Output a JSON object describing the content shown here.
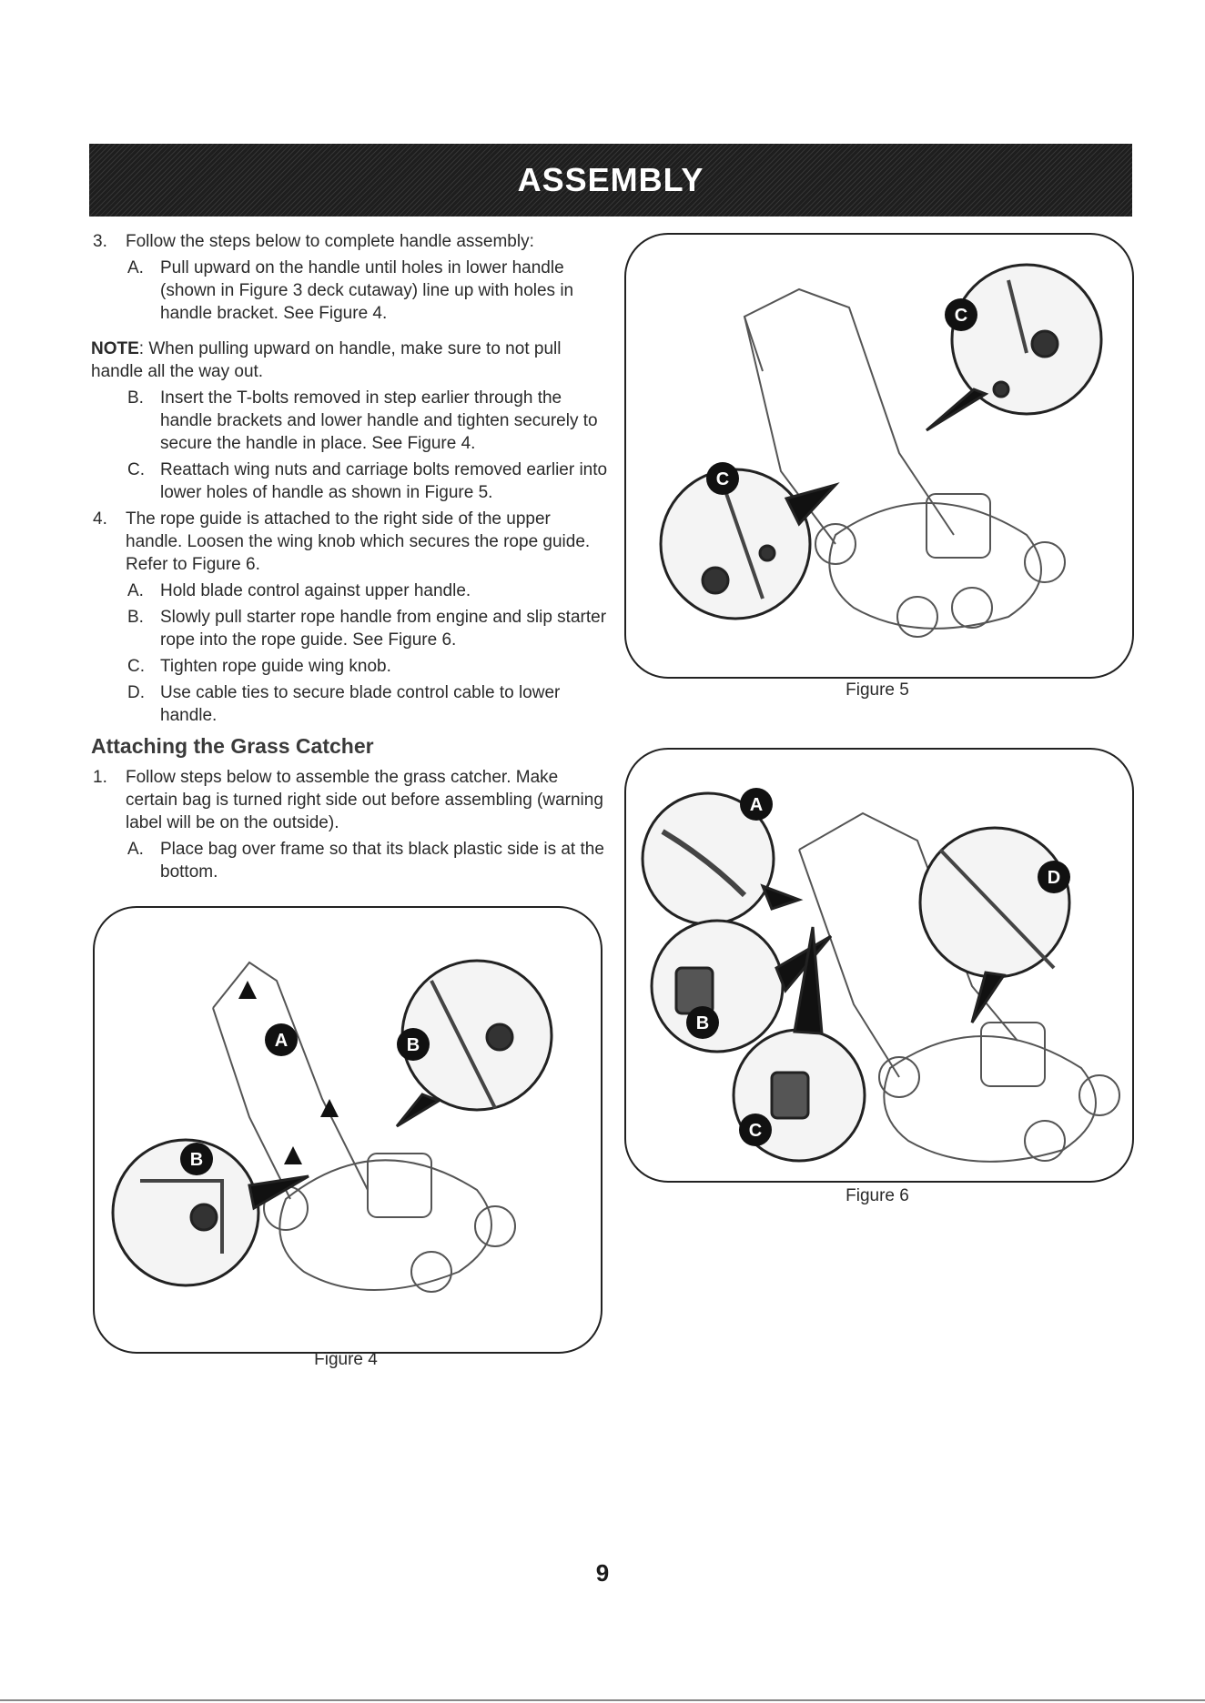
{
  "header": {
    "title": "ASSEMBLY"
  },
  "steps": {
    "s3": {
      "num": "3.",
      "text": "Follow the steps below to complete handle assembly:"
    },
    "s3a": {
      "num": "A.",
      "text": "Pull upward on the handle until holes in lower handle (shown in Figure 3 deck cutaway) line up with holes in handle bracket. See Figure 4."
    },
    "note": {
      "label": "NOTE",
      "text": ": When pulling upward on handle, make sure to not pull handle all the way out."
    },
    "s3b": {
      "num": "B.",
      "text": "Insert the T-bolts removed in step earlier through the handle brackets and lower handle and tighten securely to secure the handle in place. See Figure 4."
    },
    "s3c": {
      "num": "C.",
      "text": "Reattach wing nuts and carriage bolts removed earlier into lower holes of handle as shown in Figure 5."
    },
    "s4": {
      "num": "4.",
      "text": "The rope guide is attached to the right side of the upper handle. Loosen the wing knob which secures the rope guide. Refer to Figure 6."
    },
    "s4a": {
      "num": "A.",
      "text": "Hold blade control against upper handle."
    },
    "s4b": {
      "num": "B.",
      "text": "Slowly pull starter rope handle from engine and slip starter rope into the rope guide. See Figure 6."
    },
    "s4c": {
      "num": "C.",
      "text": "Tighten rope guide wing knob."
    },
    "s4d": {
      "num": "D.",
      "text": "Use cable ties to secure blade control cable to lower handle."
    }
  },
  "section": {
    "title": "Attaching the Grass Catcher",
    "s1": {
      "num": "1.",
      "text": "Follow steps below to assemble the grass catcher. Make certain bag is turned right side out before assembling (warning label will be on the outside)."
    },
    "s1a": {
      "num": "A.",
      "text": "Place bag over frame so that its black plastic side is at the bottom."
    }
  },
  "figures": {
    "fig4": {
      "caption": "Figure 4",
      "callouts": [
        "A",
        "B",
        "B"
      ]
    },
    "fig5": {
      "caption": "Figure 5",
      "callouts": [
        "C",
        "C"
      ]
    },
    "fig6": {
      "caption": "Figure 6",
      "callouts": [
        "A",
        "B",
        "C",
        "D"
      ]
    }
  },
  "footer": {
    "page_number": "9"
  }
}
